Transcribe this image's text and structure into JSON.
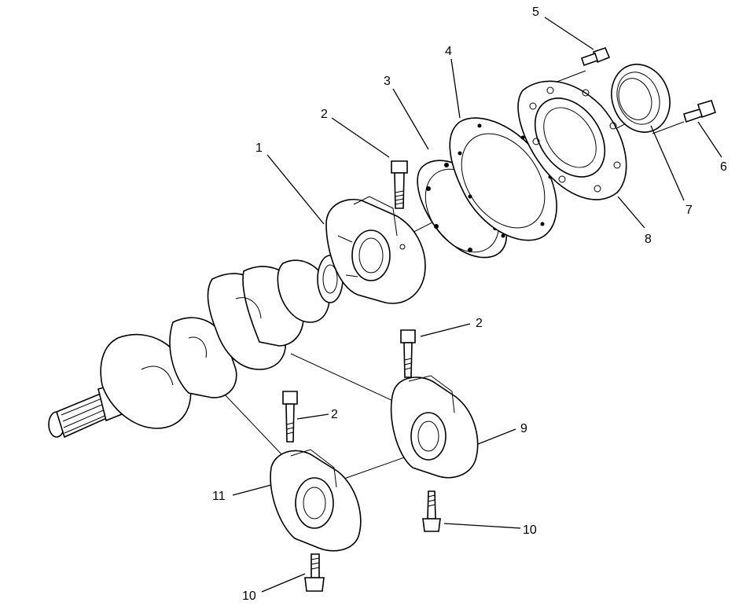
{
  "callouts": {
    "c1": "1",
    "c2a": "2",
    "c2b": "2",
    "c2c": "2",
    "c3": "3",
    "c4": "4",
    "c5": "5",
    "c6": "6",
    "c7": "7",
    "c8": "8",
    "c9": "9",
    "c10a": "10",
    "c10b": "10",
    "c11": "11"
  }
}
